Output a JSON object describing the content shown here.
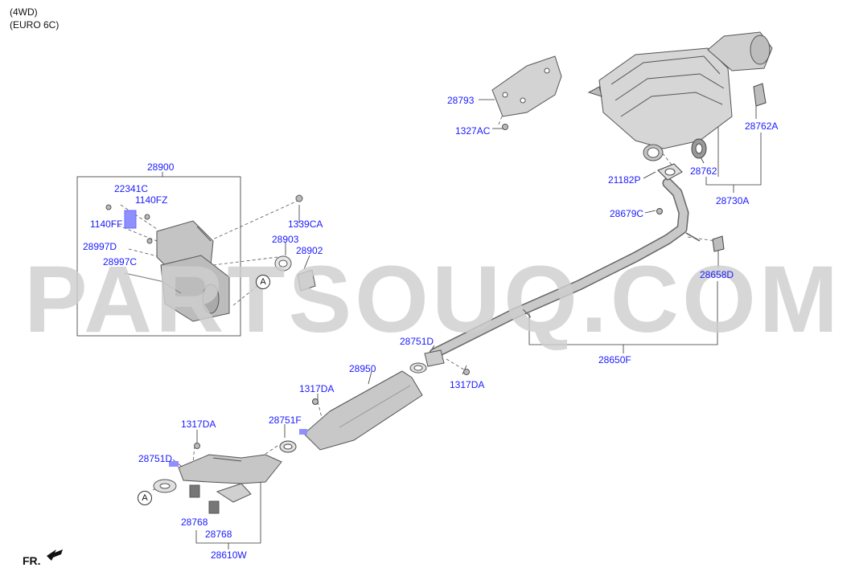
{
  "notes": {
    "drive": "(4WD)",
    "emission": "(EURO 6C)"
  },
  "front_marker": "FR.",
  "watermark": "PARTSOUQ.COM",
  "colors": {
    "label": "#1a1aff",
    "line": "#333333",
    "part_fill": "#d8d8d8",
    "part_stroke": "#555555",
    "highlight": "#8f8fff"
  },
  "callouts": [
    "A",
    "A"
  ],
  "part_labels": [
    "28900",
    "22341C",
    "1140FZ",
    "1140FF",
    "1339CA",
    "28903",
    "28902",
    "28997D",
    "28997C",
    "28793",
    "1327AC",
    "28762A",
    "21182P",
    "28762",
    "28730A",
    "28679C",
    "28658D",
    "28650F",
    "28751D",
    "1317DA",
    "28950",
    "1317DA",
    "28751F",
    "1317DA",
    "28751D",
    "28768",
    "28768",
    "28610W"
  ]
}
